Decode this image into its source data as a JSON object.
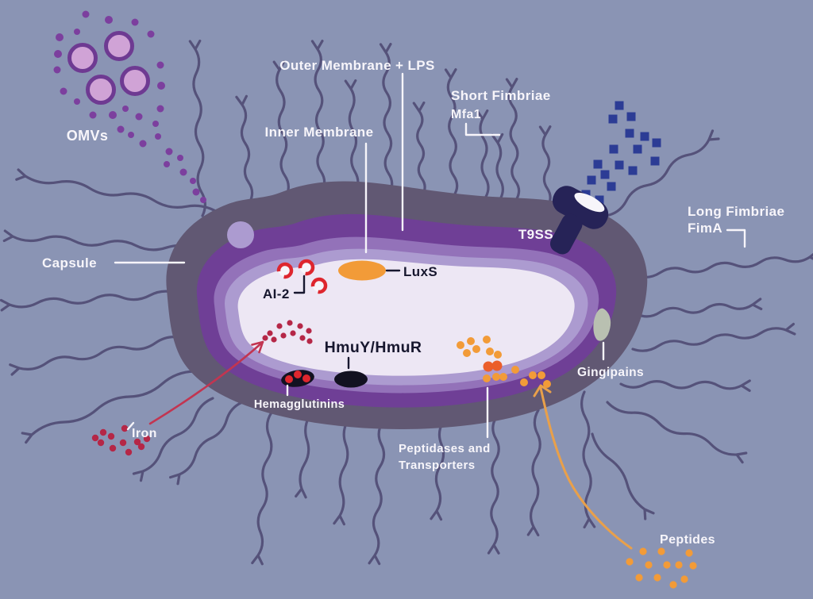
{
  "title": "Bacterial cell virulence factors diagram",
  "labels": {
    "omvs": "OMVs",
    "capsule": "Capsule",
    "outer_membrane": "Outer Membrane + LPS",
    "inner_membrane": "Inner Membrane",
    "short_fimbriae_1": "Short Fimbriae",
    "short_fimbriae_2": "Mfa1",
    "long_fimbriae_1": "Long Fimbriae",
    "long_fimbriae_2": "FimA",
    "t9ss": "T9SS",
    "luxs": "LuxS",
    "ai2": "AI-2",
    "hmu": "HmuY/HmuR",
    "hemagglutinins": "Hemagglutinins",
    "iron": "Iron",
    "peptidases_1": "Peptidases and",
    "peptidases_2": "Transporters",
    "gingipains": "Gingipains",
    "peptides": "Peptides"
  },
  "palette": {
    "background": "#8A94B4",
    "fimbriae": "#55527A",
    "capsule": "#615873",
    "outer_membrane": "#6F3F96",
    "mid_membrane": "#9372B9",
    "inner_membrane": "#AC9BD0",
    "cytoplasm": "#EDE7F4",
    "omv_fill": "#D0A3D6",
    "omv_ring": "#6E3A92",
    "purple_dot": "#7C3F9E",
    "blue_square": "#2C3C95",
    "orange": "#F29B38",
    "orange_red": "#EB5E2B",
    "red_dot": "#B52747",
    "red_bright": "#DE262E",
    "black": "#121120",
    "gingipains": "#B9C0B1",
    "t9ss": "#262357",
    "white": "#F7F5FA",
    "dark_text": "#17172E",
    "red_arrow": "#C23551",
    "orange_arrow": "#E9A04A"
  }
}
